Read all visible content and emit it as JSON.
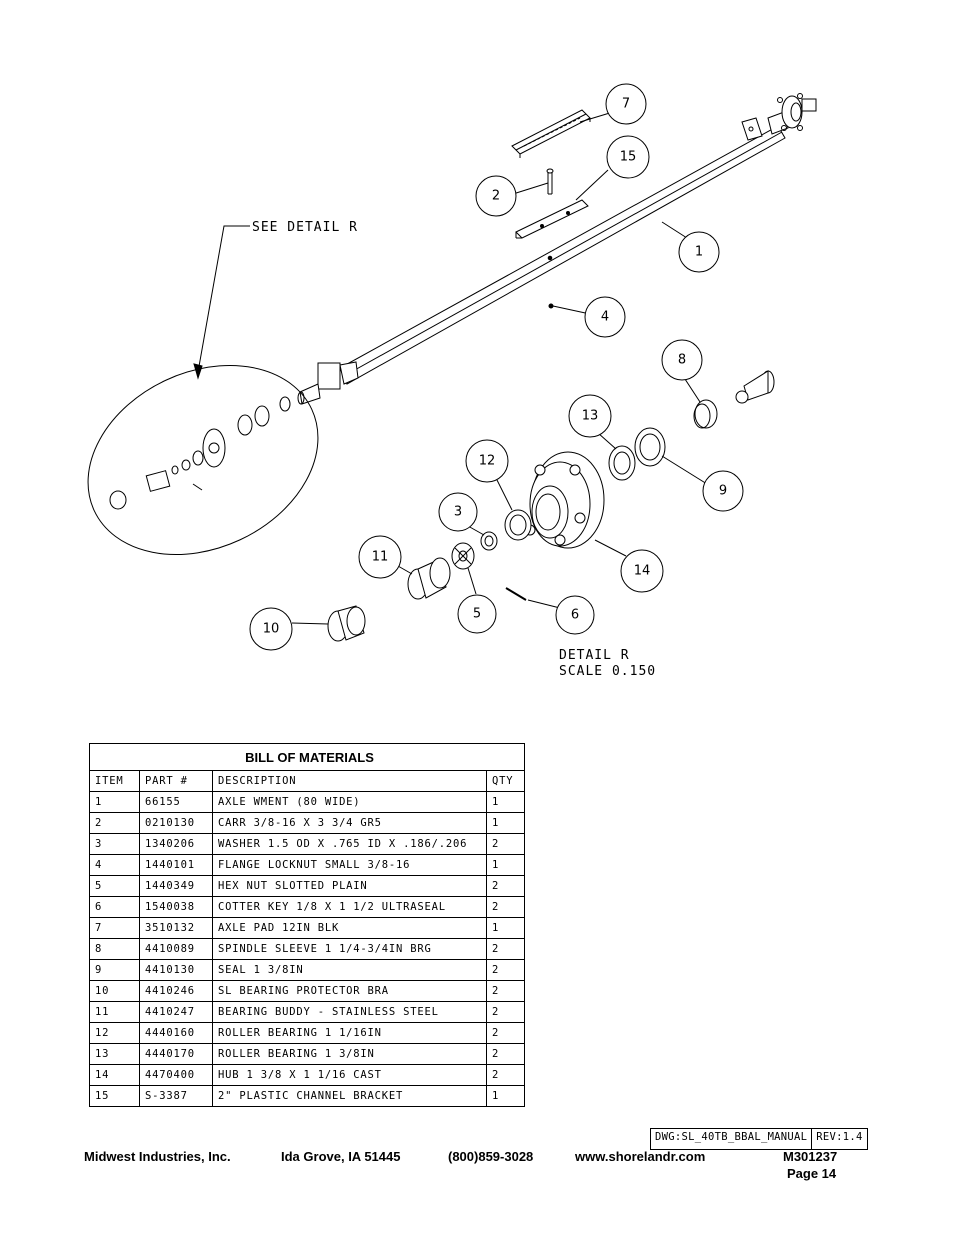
{
  "drawing": {
    "see_detail": "SEE DETAIL  R",
    "detail_label": "DETAIL  R",
    "detail_scale": "SCALE  0.150",
    "balloons": [
      "7",
      "15",
      "2",
      "1",
      "4",
      "8",
      "13",
      "9",
      "12",
      "3",
      "14",
      "11",
      "5",
      "6",
      "10"
    ]
  },
  "bom": {
    "title": "BILL OF MATERIALS",
    "headers": [
      "ITEM",
      "PART #",
      "DESCRIPTION",
      "QTY"
    ],
    "rows": [
      [
        "1",
        "66155",
        "AXLE WMENT (80 WIDE)",
        "1"
      ],
      [
        "2",
        "0210130",
        "CARR 3/8-16 X 3 3/4 GR5",
        "1"
      ],
      [
        "3",
        "1340206",
        "WASHER 1.5 OD X .765 ID X .186/.206",
        "2"
      ],
      [
        "4",
        "1440101",
        "FLANGE LOCKNUT SMALL 3/8-16",
        "1"
      ],
      [
        "5",
        "1440349",
        "HEX NUT SLOTTED PLAIN",
        "2"
      ],
      [
        "6",
        "1540038",
        "COTTER KEY 1/8 X 1 1/2 ULTRASEAL",
        "2"
      ],
      [
        "7",
        "3510132",
        "AXLE PAD 12IN  BLK",
        "1"
      ],
      [
        "8",
        "4410089",
        "SPINDLE SLEEVE  1 1/4-3/4IN BRG",
        "2"
      ],
      [
        "9",
        "4410130",
        "SEAL  1 3/8IN",
        "2"
      ],
      [
        "10",
        "4410246",
        "SL BEARING PROTECTOR BRA",
        "2"
      ],
      [
        "11",
        "4410247",
        "BEARING BUDDY - STAINLESS STEEL",
        "2"
      ],
      [
        "12",
        "4440160",
        "ROLLER BEARING   1 1/16IN",
        "2"
      ],
      [
        "13",
        "4440170",
        "ROLLER BEARING   1 3/8IN",
        "2"
      ],
      [
        "14",
        "4470400",
        "HUB   1 3/8 X 1 1/16 CAST",
        "2"
      ],
      [
        "15",
        "S-3387",
        "2\" PLASTIC CHANNEL BRACKET",
        "1"
      ]
    ]
  },
  "title_block": {
    "dwg": "DWG:SL_40TB_BBAL_MANUAL",
    "rev": "REV:1.4"
  },
  "footer": {
    "company": "Midwest Industries, Inc.",
    "address": "Ida Grove, IA  51445",
    "phone": "(800)859-3028",
    "website": "www.shorelandr.com",
    "doc_number": "M301237",
    "page": "Page 14"
  }
}
